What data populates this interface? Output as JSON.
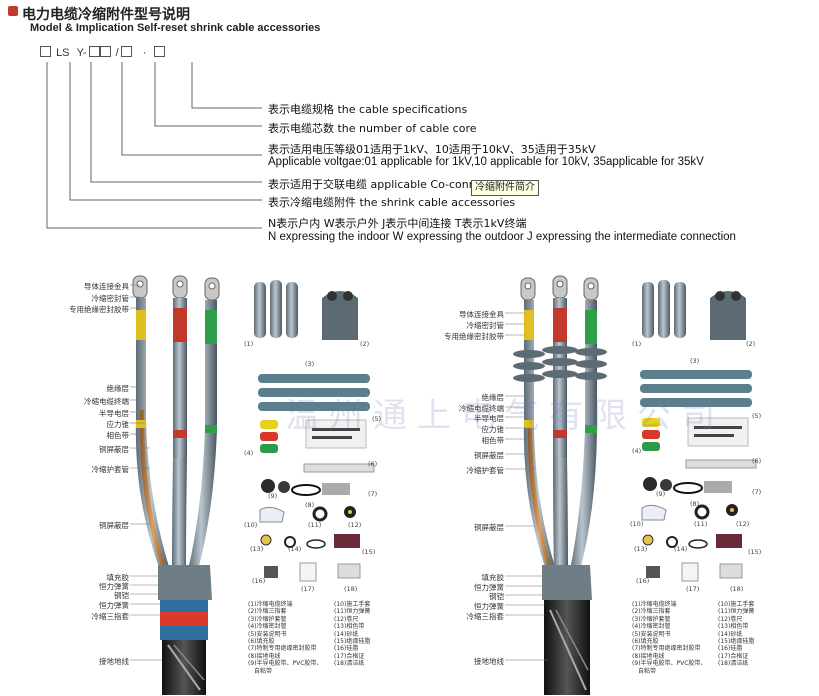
{
  "header": {
    "title_cn": "电力电缆冷缩附件型号说明",
    "title_en": "Model & Implication Self-reset shrink cable accessories"
  },
  "model_code": {
    "part_ls": "LS",
    "part_y": "Y-",
    "slash": "/",
    "dot": "·"
  },
  "descriptions": [
    {
      "cn": "表示电缆规格 the cable specifications"
    },
    {
      "cn": "表示电缆芯数 the number of cable core"
    },
    {
      "cn": "表示适用电压等级01适用于1kV、10适用于10kV、35适用于35kV",
      "en": "Applicable voltgae:01 applicable for 1kV,10 applicable for 10kV, 35applicable for 35kV"
    },
    {
      "cn": "表示适用于交联电缆 applicable Co-connection"
    },
    {
      "cn": "表示冷缩电缆附件 the shrink cable accessories"
    },
    {
      "cn": "N表示户内 W表示户外 J表示中间连接 T表示1kV终端",
      "en": "N expressing the indoor W expressing the outdoor J expressing the intermediate connection"
    }
  ],
  "tooltip": "冷缩附件简介",
  "watermark": "温州通上电气有限公司",
  "left_labels": {
    "l1": "导体连接金具",
    "l2": "冷缩密封管",
    "l3": "专用绝缘密封胶带",
    "l4": "绝缘层",
    "l5": "冷缩电缆终端",
    "l6": "半导电层",
    "l7": "应力锥",
    "l8": "相色带",
    "l9": "铜屏蔽层",
    "l10": "冷缩护套管",
    "l11": "铜屏蔽层",
    "l12": "填充胶",
    "l13": "恒力弹簧",
    "l14": "钢铠",
    "l15": "恒力弹簧",
    "l16": "冷缩三指套",
    "l17": "接地地线"
  },
  "right_labels": {
    "l1": "导体连接金具",
    "l2": "冷缩密封管",
    "l3": "专用绝缘密封胶带",
    "l4": "绝缘层",
    "l5": "冷缩电缆终端",
    "l6": "半导电层",
    "l7": "应力锥",
    "l8": "相色带",
    "l9": "铜屏蔽层",
    "l10": "冷缩护套管",
    "l11": "铜屏蔽层",
    "l12": "填充胶",
    "l13": "恒力弹簧",
    "l14": "钢铠",
    "l15": "恒力弹簧",
    "l16": "冷缩三指套",
    "l17": "接地地线"
  },
  "part_numbers": [
    "(1)",
    "(2)",
    "(3)",
    "(4)",
    "(5)",
    "(6)",
    "(7)",
    "(8)",
    "(9)",
    "(10)",
    "(11)",
    "(12)",
    "(13)",
    "(14)",
    "(15)",
    "(16)",
    "(17)",
    "(18)"
  ],
  "parts_list": {
    "col1": [
      "(1)冷缩电缆终端",
      "(2)冷缩三指套",
      "(3)冷缩护套管",
      "(4)冷缩密封管",
      "(5)安装说明书",
      "(6)填充胶",
      "(7)特制专用绝缘密封胶带",
      "(8)接地电线",
      "(9)半导电胶带、PVC胶带、",
      "　自粘带"
    ],
    "col2": [
      "(10)施工手套",
      "(11)恒力弹簧",
      "(12)卷尺",
      "(13)相色带",
      "(14)砂纸",
      "(15)绝缘硅脂",
      "(16)硅脂",
      "(17)合格证",
      "(18)清洁纸"
    ]
  }
}
